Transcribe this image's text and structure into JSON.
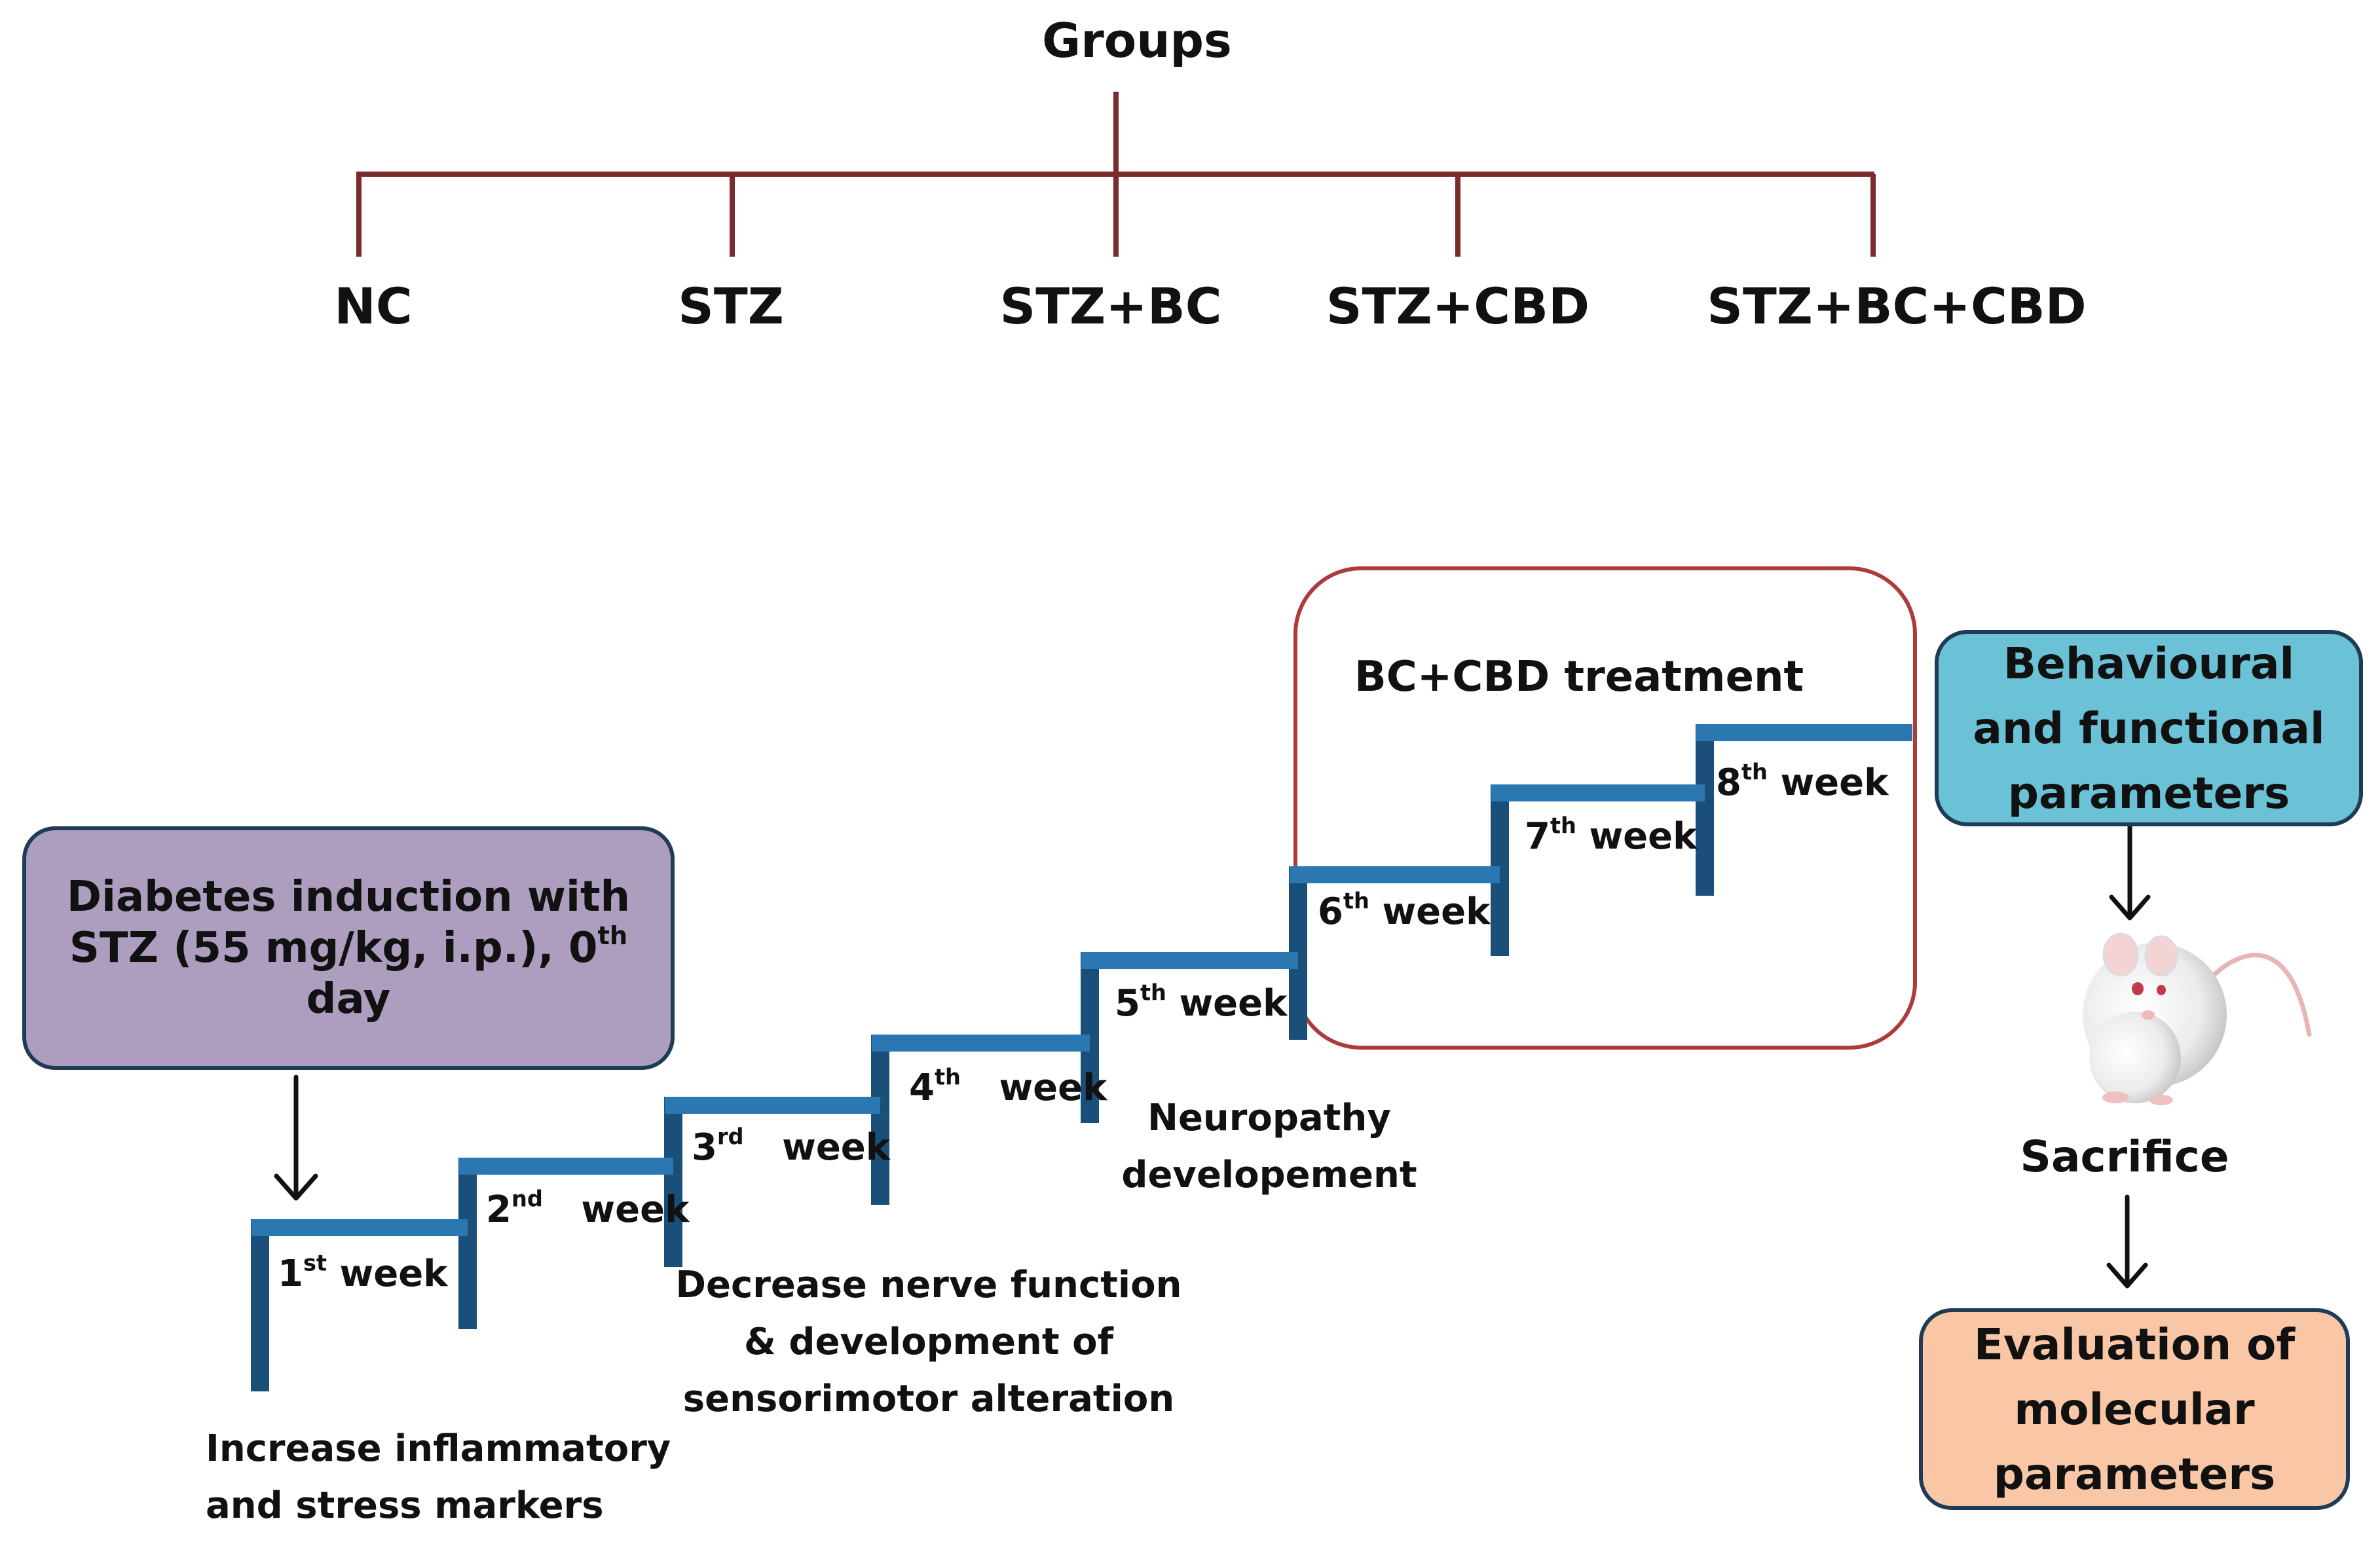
{
  "tree": {
    "root_label": "Groups",
    "groups": [
      "NC",
      "STZ",
      "STZ+BC",
      "STZ+CBD",
      "STZ+BC+CBD"
    ]
  },
  "induction_box": {
    "line1": "Diabetes induction with",
    "line2_main": "STZ (55 mg/kg, i.p.), 0",
    "line2_sup": "th",
    "line3": "day",
    "color": "#ad9ec0"
  },
  "steps": [
    {
      "num": "1",
      "sup": "st",
      "word": "week"
    },
    {
      "num": "2",
      "sup": "nd",
      "word": "week"
    },
    {
      "num": "3",
      "sup": "rd",
      "word": "week"
    },
    {
      "num": "4",
      "sup": "th",
      "word": "week"
    },
    {
      "num": "5",
      "sup": "th",
      "word": "week"
    },
    {
      "num": "6",
      "sup": "th",
      "word": "week"
    },
    {
      "num": "7",
      "sup": "th",
      "word": "week"
    },
    {
      "num": "8",
      "sup": "th",
      "word": "week"
    }
  ],
  "annotations": {
    "inflammation": [
      "Increase inflammatory",
      "and stress markers"
    ],
    "nerve": [
      "Decrease nerve function",
      "& development of",
      "sensorimotor alteration"
    ],
    "neuropathy": [
      "Neuropathy",
      "developement"
    ]
  },
  "treatment_box": {
    "label": "BC+CBD treatment",
    "border_color": "#b03a3a"
  },
  "behavioural_box": {
    "lines": [
      "Behavioural",
      "and functional",
      "parameters"
    ],
    "color": "#6bc2d6"
  },
  "sacrifice_label": "Sacrifice",
  "molecular_box": {
    "lines": [
      "Evaluation of",
      "molecular",
      "parameters"
    ],
    "color": "#f9c6a6"
  },
  "colors": {
    "tree_line": "#7a2b2b",
    "stair_main": "#2a77b1",
    "stair_dark": "#1a4f7a",
    "arrow": "#111111"
  }
}
